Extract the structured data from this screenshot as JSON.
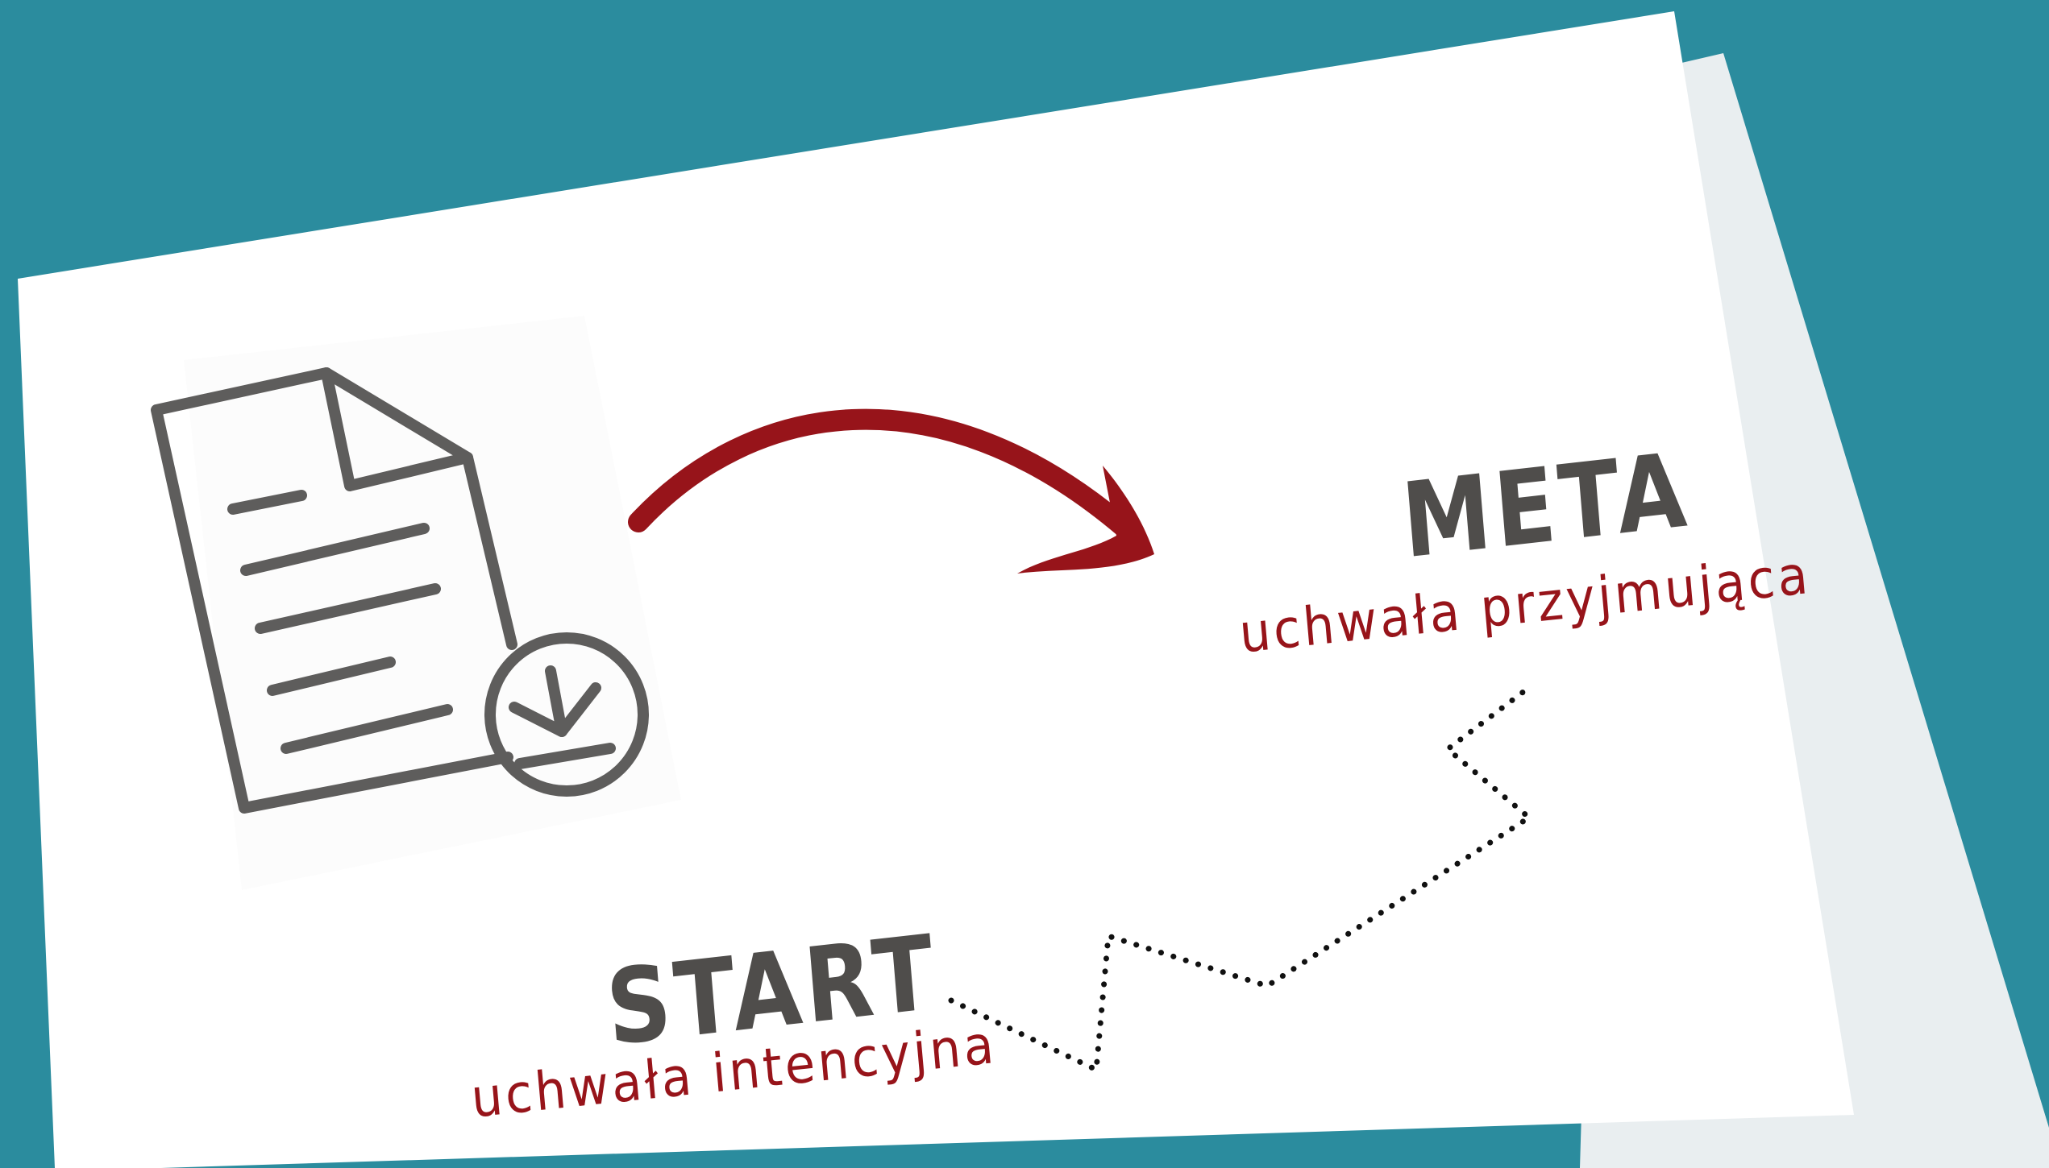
{
  "goal": {
    "title": "META",
    "subtitle": "uchwała przyjmująca"
  },
  "start": {
    "title": "START",
    "subtitle": "uchwała intencyjna"
  },
  "colors": {
    "background": "#2b8c9e",
    "paper": "#ffffff",
    "paper_back": "#e9eef0",
    "paper_shadow": "#555555",
    "heading": "#4f4d4b",
    "accent": "#97141a",
    "icon": "#5e5d5c",
    "path": "#111111"
  },
  "icons": {
    "document": "document-download-icon",
    "arrow": "curved-arrow-icon",
    "path": "dotted-zigzag-path"
  }
}
